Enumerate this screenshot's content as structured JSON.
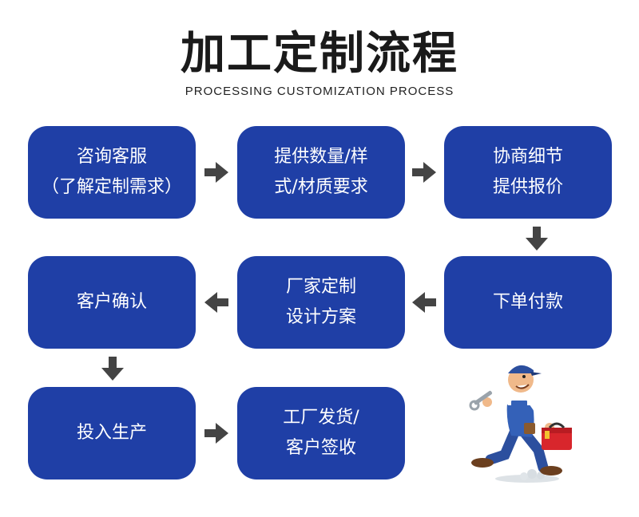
{
  "title": "加工定制流程",
  "subtitle": "PROCESSING CUSTOMIZATION PROCESS",
  "colors": {
    "box": "#1f3fa6",
    "arrow": "#444444",
    "text": "#ffffff"
  },
  "steps": [
    {
      "line1": "咨询客服",
      "line2": "（了解定制需求）"
    },
    {
      "line1": "提供数量/样",
      "line2": "式/材质要求"
    },
    {
      "line1": "协商细节",
      "line2": "提供报价"
    },
    {
      "line1": "下单付款"
    },
    {
      "line1": "厂家定制",
      "line2": "设计方案"
    },
    {
      "line1": "客户确认"
    },
    {
      "line1": "投入生产"
    },
    {
      "line1": "工厂发货/",
      "line2": "客户签收"
    }
  ],
  "illustration": "running-worker-with-wrench-and-toolbox"
}
